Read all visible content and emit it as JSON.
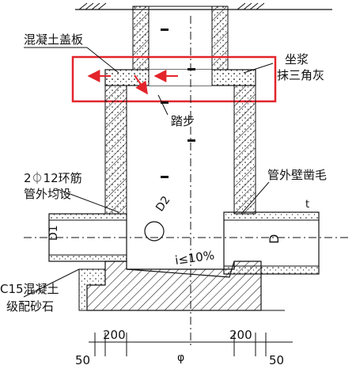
{
  "labels": {
    "concrete_cover": "混凝土盖板",
    "mortar_1": "坐浆",
    "mortar_2": "抹三角灰",
    "step": "踏步",
    "pipe_wall": "管外壁凿毛",
    "rebar_1": "2⏀12环筋",
    "rebar_2": "管外均设",
    "base_1": "C15混凝土",
    "base_2": "级配砂石",
    "d2": "D2",
    "d1": "D1",
    "d": "D",
    "slope": "i≤10%",
    "t": "t",
    "phi": "φ",
    "dim_left_200": "200",
    "dim_right_200": "200",
    "dim_left_50": "50",
    "dim_right_50": "50"
  },
  "colors": {
    "highlight": "#e3242b",
    "line": "#111111"
  }
}
